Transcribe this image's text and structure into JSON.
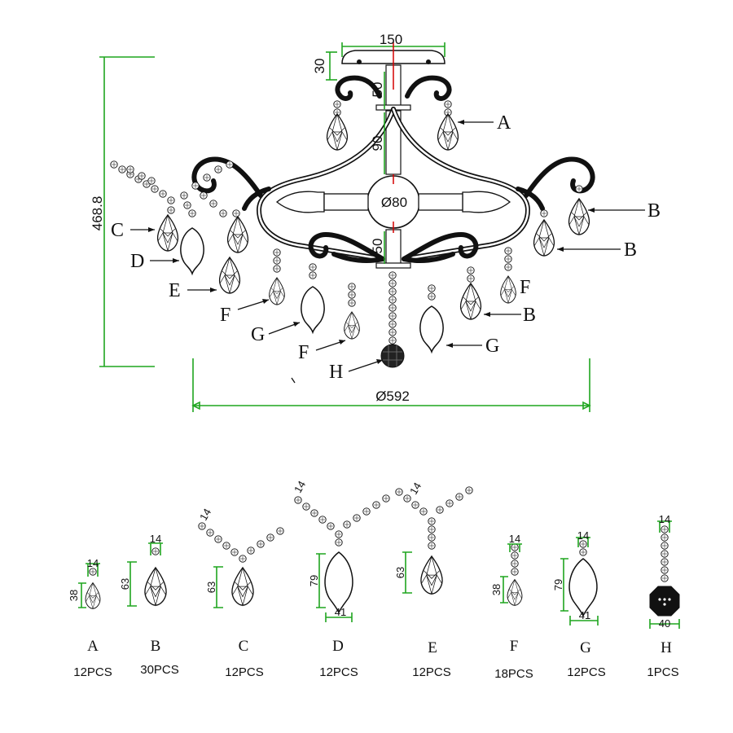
{
  "dimensions": {
    "top_width": "150",
    "canopy_height": "30",
    "stem_upper": "50",
    "stem_mid": "90",
    "ball_diameter": "Ø80",
    "stem_lower": "50",
    "overall_height": "468.8",
    "overall_diameter": "Ø592"
  },
  "callouts": {
    "A": "A",
    "B": "B",
    "C": "C",
    "D": "D",
    "E": "E",
    "F": "F",
    "G": "G",
    "H": "H"
  },
  "parts": [
    {
      "letter": "A",
      "qty": "12PCS",
      "dims": [
        "14",
        "38"
      ]
    },
    {
      "letter": "B",
      "qty": "30PCS",
      "dims": [
        "14",
        "63"
      ]
    },
    {
      "letter": "C",
      "qty": "12PCS",
      "dims": [
        "14",
        "63"
      ]
    },
    {
      "letter": "D",
      "qty": "12PCS",
      "dims": [
        "14",
        "79",
        "41"
      ]
    },
    {
      "letter": "E",
      "qty": "12PCS",
      "dims": [
        "14",
        "63"
      ]
    },
    {
      "letter": "F",
      "qty": "18PCS",
      "dims": [
        "14",
        "38"
      ]
    },
    {
      "letter": "G",
      "qty": "12PCS",
      "dims": [
        "14",
        "79",
        "41"
      ]
    },
    {
      "letter": "H",
      "qty": "1PCS",
      "dims": [
        "14",
        "40"
      ]
    }
  ],
  "colors": {
    "dimension_lines": "#1fa51f",
    "center_line": "#d40000",
    "ink": "#111111"
  }
}
